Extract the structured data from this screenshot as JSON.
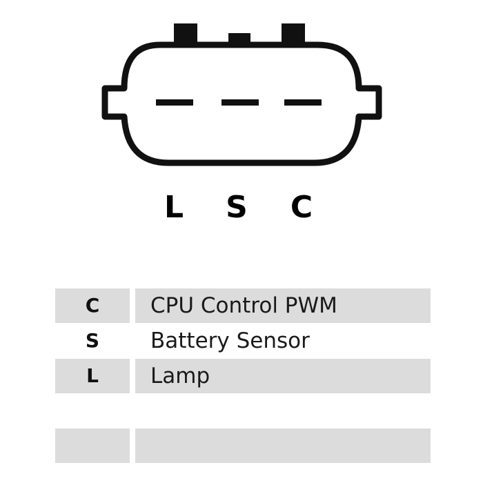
{
  "pin_labels": [
    "L",
    "S",
    "C"
  ],
  "legend": [
    {
      "code": "C",
      "description": "CPU Control PWM"
    },
    {
      "code": "S",
      "description": "Battery Sensor"
    },
    {
      "code": "L",
      "description": "Lamp"
    },
    {
      "code": "",
      "description": ""
    },
    {
      "code": "",
      "description": ""
    }
  ],
  "colors": {
    "outline": "#111111",
    "row_shade": "#dcdcdc",
    "background": "#ffffff"
  }
}
